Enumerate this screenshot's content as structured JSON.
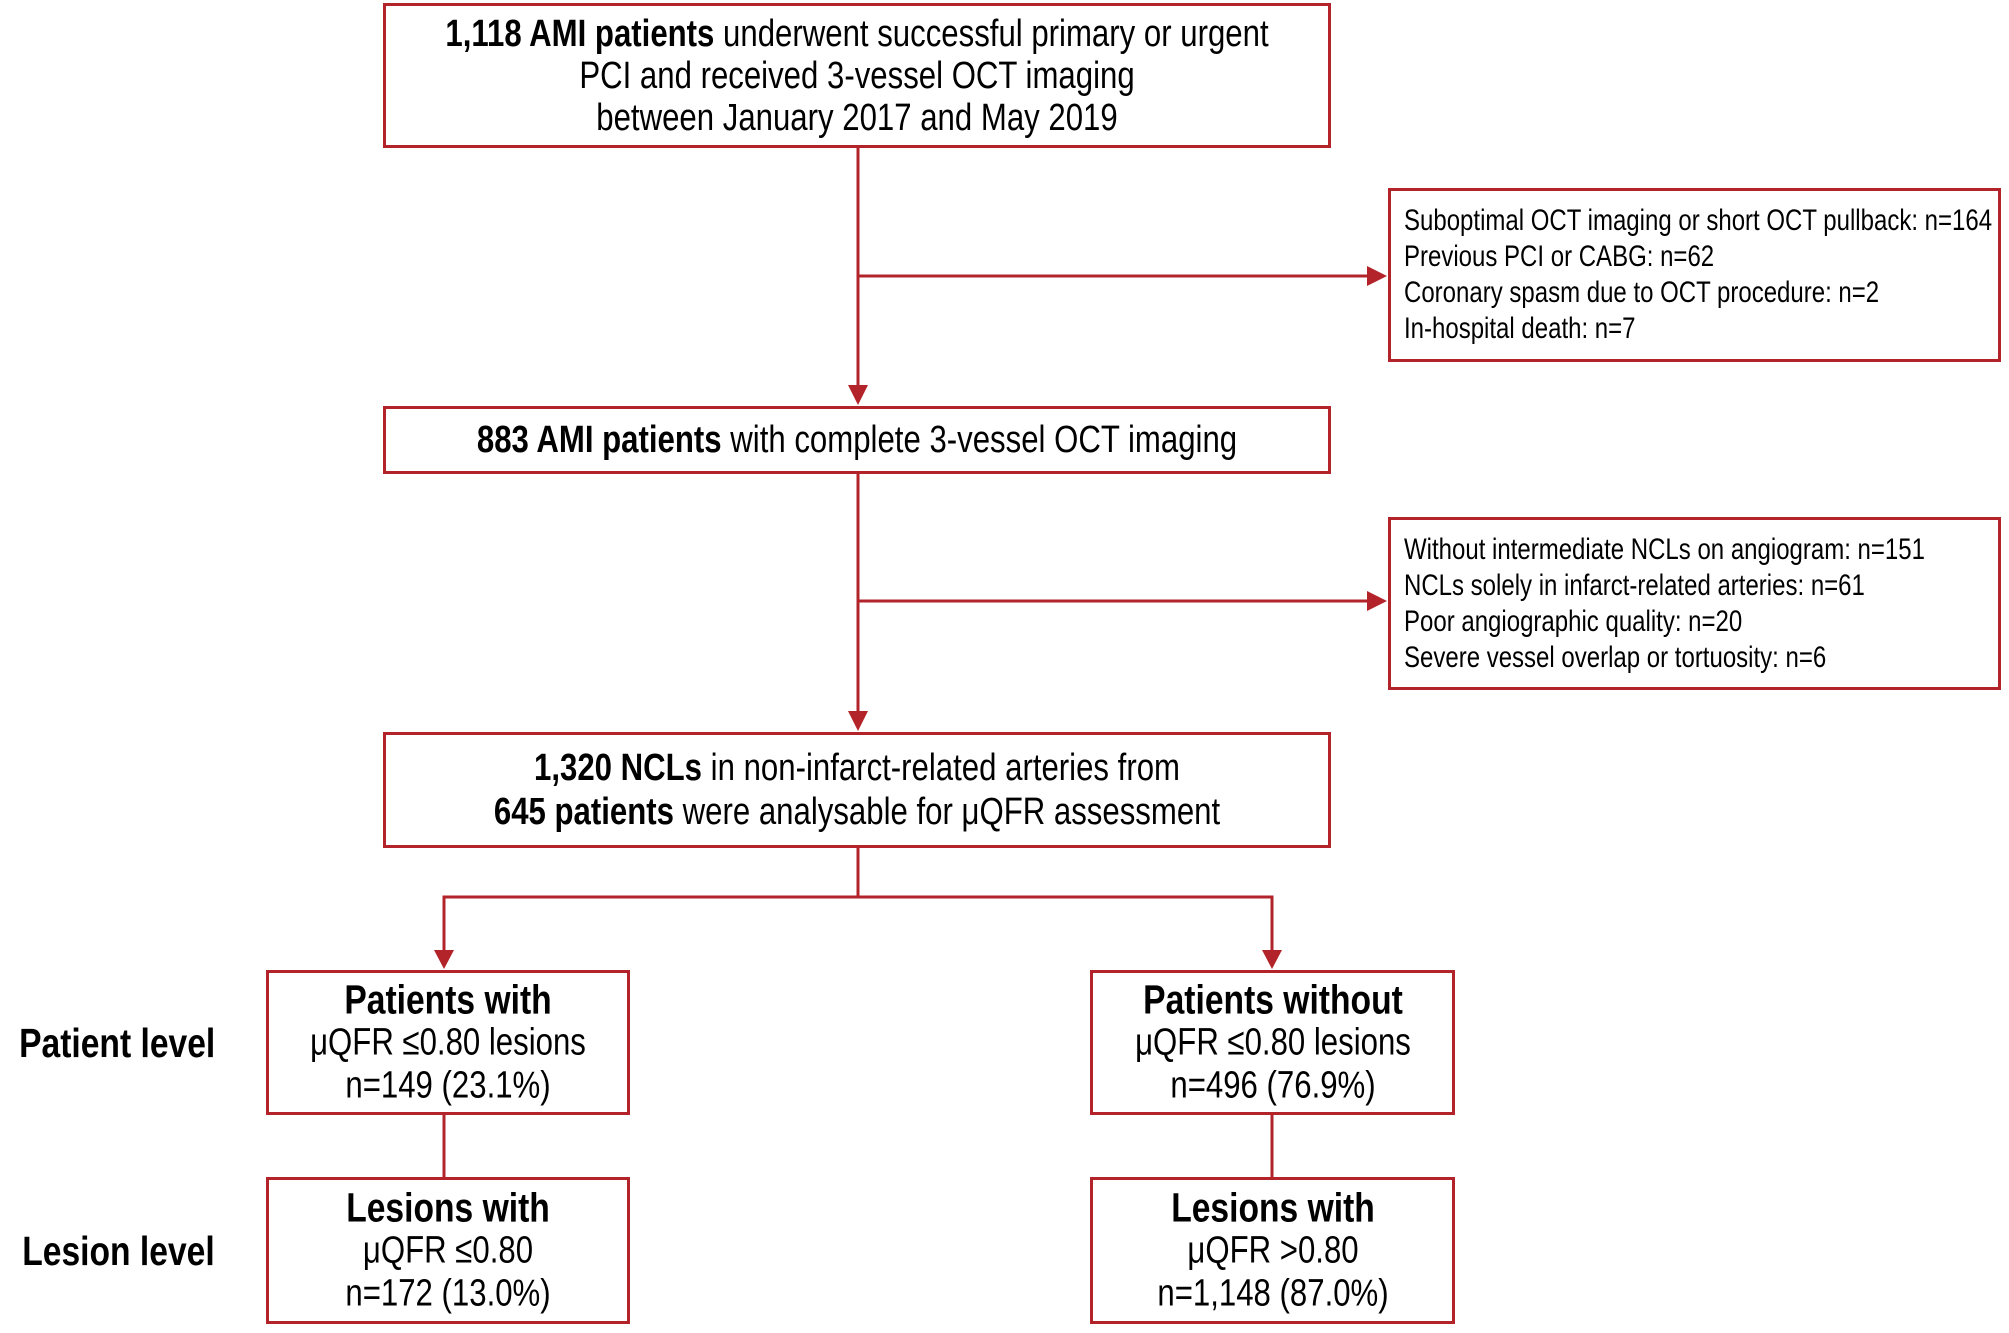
{
  "colors": {
    "accent": "#b2232a",
    "text": "#000000",
    "background": "#ffffff"
  },
  "flowchart": {
    "enrolled": {
      "lines": [
        {
          "bold": "1,118 AMI patients",
          "text": "underwent successful primary or urgent"
        },
        {
          "text": "PCI and received 3-vessel OCT imaging"
        },
        {
          "text": "between January 2017 and May 2019"
        }
      ]
    },
    "exclusions_imaging": {
      "lines": [
        "Suboptimal OCT imaging or short OCT pullback: n=164",
        "Previous PCI or CABG: n=62",
        "Coronary spasm due to OCT procedure: n=2",
        "In-hospital death: n=7"
      ]
    },
    "complete_imaging": {
      "bold": "883 AMI patients",
      "text": "with complete 3-vessel OCT imaging"
    },
    "exclusions_lesions": {
      "lines": [
        "Without intermediate NCLs on angiogram: n=151",
        "NCLs solely in infarct-related arteries: n=61",
        "Poor angiographic quality: n=20",
        "Severe vessel overlap or tortuosity: n=6"
      ]
    },
    "analysable": {
      "lines": [
        {
          "bold": "1,320 NCLs",
          "text": "in non-infarct-related arteries from"
        },
        {
          "bold": "645 patients",
          "text": "were analysable for μQFR assessment"
        }
      ]
    },
    "patients_with": {
      "title": "Patients with",
      "criterion": "μQFR ≤0.80 lesions",
      "count": "n=149 (23.1%)"
    },
    "patients_without": {
      "title": "Patients without",
      "criterion": "μQFR ≤0.80 lesions",
      "count": "n=496 (76.9%)"
    },
    "lesions_low": {
      "title": "Lesions with",
      "criterion": "μQFR ≤0.80",
      "count": "n=172 (13.0%)"
    },
    "lesions_high": {
      "title": "Lesions with",
      "criterion": "μQFR >0.80",
      "count": "n=1,148 (87.0%)"
    }
  },
  "levels": {
    "patient": "Patient level",
    "lesion": "Lesion level"
  }
}
